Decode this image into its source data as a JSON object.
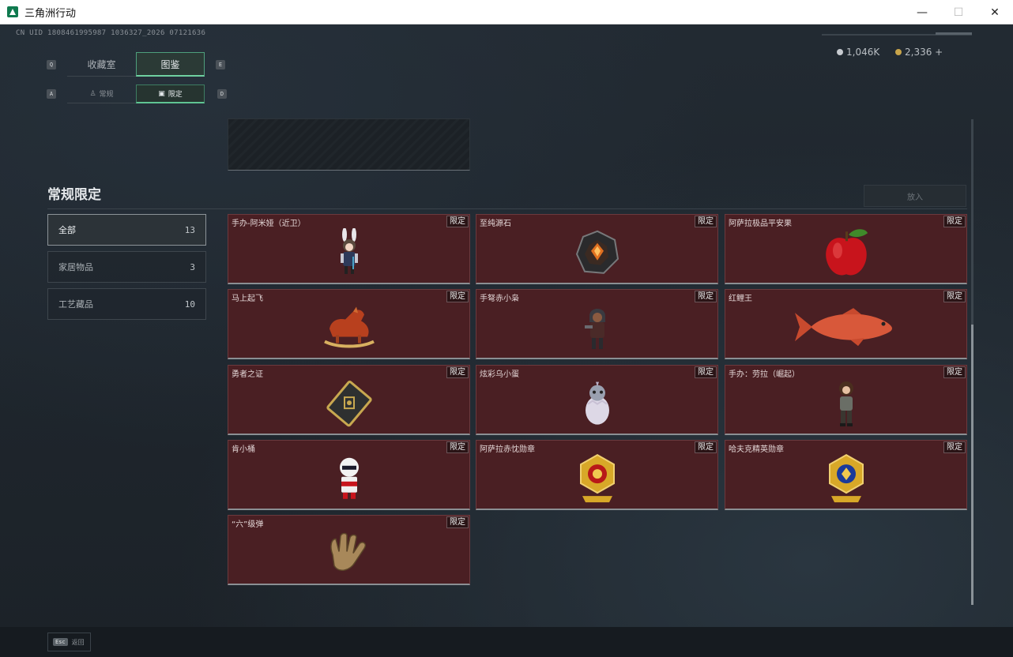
{
  "window": {
    "title": "三角洲行动",
    "controls": {
      "minimize": "—",
      "maximize": "☐",
      "close": "✕"
    }
  },
  "header": {
    "uid": "CN UID 1808461995987 1036327_2026 07121636",
    "currency": [
      {
        "icon": "silver-coin-icon",
        "value": "1,046K"
      },
      {
        "icon": "gold-coin-icon",
        "value": "2,336 +"
      }
    ]
  },
  "main_tabs": {
    "key_left": "Q",
    "key_right": "E",
    "items": [
      {
        "label": "收藏室",
        "active": false
      },
      {
        "label": "图鉴",
        "active": true
      }
    ]
  },
  "sub_tabs": {
    "key_left": "A",
    "key_right": "D",
    "items": [
      {
        "label": "常规",
        "icon": "figure-icon",
        "active": false
      },
      {
        "label": "限定",
        "icon": "badge-icon",
        "active": true
      }
    ]
  },
  "section": {
    "title": "常规限定",
    "put_button": "放入"
  },
  "categories": [
    {
      "label": "全部",
      "count": "13",
      "active": true
    },
    {
      "label": "家居物品",
      "count": "3",
      "active": false
    },
    {
      "label": "工艺藏品",
      "count": "10",
      "active": false
    }
  ],
  "items": [
    {
      "name": "手办-阿米娅（近卫）",
      "tag": "限定",
      "icon": "amiya-figure-icon"
    },
    {
      "name": "至纯源石",
      "tag": "限定",
      "icon": "originium-crystal-icon"
    },
    {
      "name": "阿萨拉极品平安果",
      "tag": "限定",
      "icon": "red-apple-icon"
    },
    {
      "name": "马上起飞",
      "tag": "限定",
      "icon": "rocking-horse-icon"
    },
    {
      "name": "手弩赤小枭",
      "tag": "限定",
      "icon": "hooded-figure-icon"
    },
    {
      "name": "红鲤王",
      "tag": "限定",
      "icon": "red-carp-icon"
    },
    {
      "name": "勇者之证",
      "tag": "限定",
      "icon": "card-plaque-icon"
    },
    {
      "name": "炫彩乌小蛋",
      "tag": "限定",
      "icon": "bird-egg-icon"
    },
    {
      "name": "手办：劳拉（崛起）",
      "tag": "限定",
      "icon": "lara-figure-icon"
    },
    {
      "name": "肯小桶",
      "tag": "限定",
      "icon": "bucket-mascot-icon"
    },
    {
      "name": "阿萨拉赤忱勋章",
      "tag": "限定",
      "icon": "red-gold-medal-icon"
    },
    {
      "name": "哈夫克精英勋章",
      "tag": "限定",
      "icon": "blue-gold-medal-icon"
    },
    {
      "name": "“六”级弹",
      "tag": "限定",
      "icon": "hand-sign-icon"
    }
  ],
  "footer": {
    "esc_key": "Esc",
    "esc_label": "返回"
  }
}
